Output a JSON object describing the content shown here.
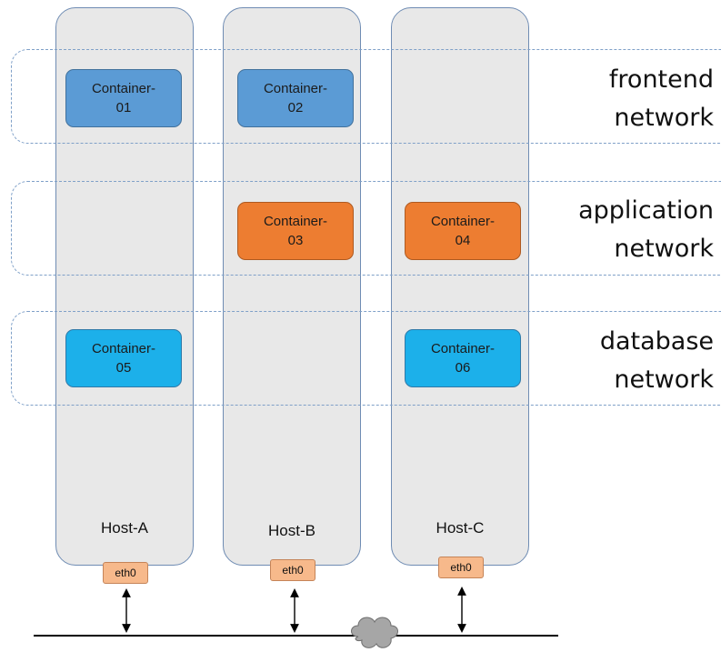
{
  "hosts": [
    {
      "label": "Host-A",
      "nic": "eth0"
    },
    {
      "label": "Host-B",
      "nic": "eth0"
    },
    {
      "label": "Host-C",
      "nic": "eth0"
    }
  ],
  "networks": [
    {
      "line1": "frontend",
      "line2": "network"
    },
    {
      "line1": "application",
      "line2": "network"
    },
    {
      "line1": "database",
      "line2": "network"
    }
  ],
  "containers": [
    {
      "line1": "Container-",
      "line2": "01"
    },
    {
      "line1": "Container-",
      "line2": "02"
    },
    {
      "line1": "Container-",
      "line2": "03"
    },
    {
      "line1": "Container-",
      "line2": "04"
    },
    {
      "line1": "Container-",
      "line2": "05"
    },
    {
      "line1": "Container-",
      "line2": "06"
    }
  ],
  "colors": {
    "frontend": "#5b9bd5",
    "application": "#ed7d31",
    "database": "#1cb0ea",
    "host_fill": "#e8e8e8",
    "nic_fill": "#f7b98b",
    "cloud_fill": "#a6a6a6"
  },
  "icons": [
    "cloud-icon",
    "bidirectional-arrow-icon"
  ]
}
